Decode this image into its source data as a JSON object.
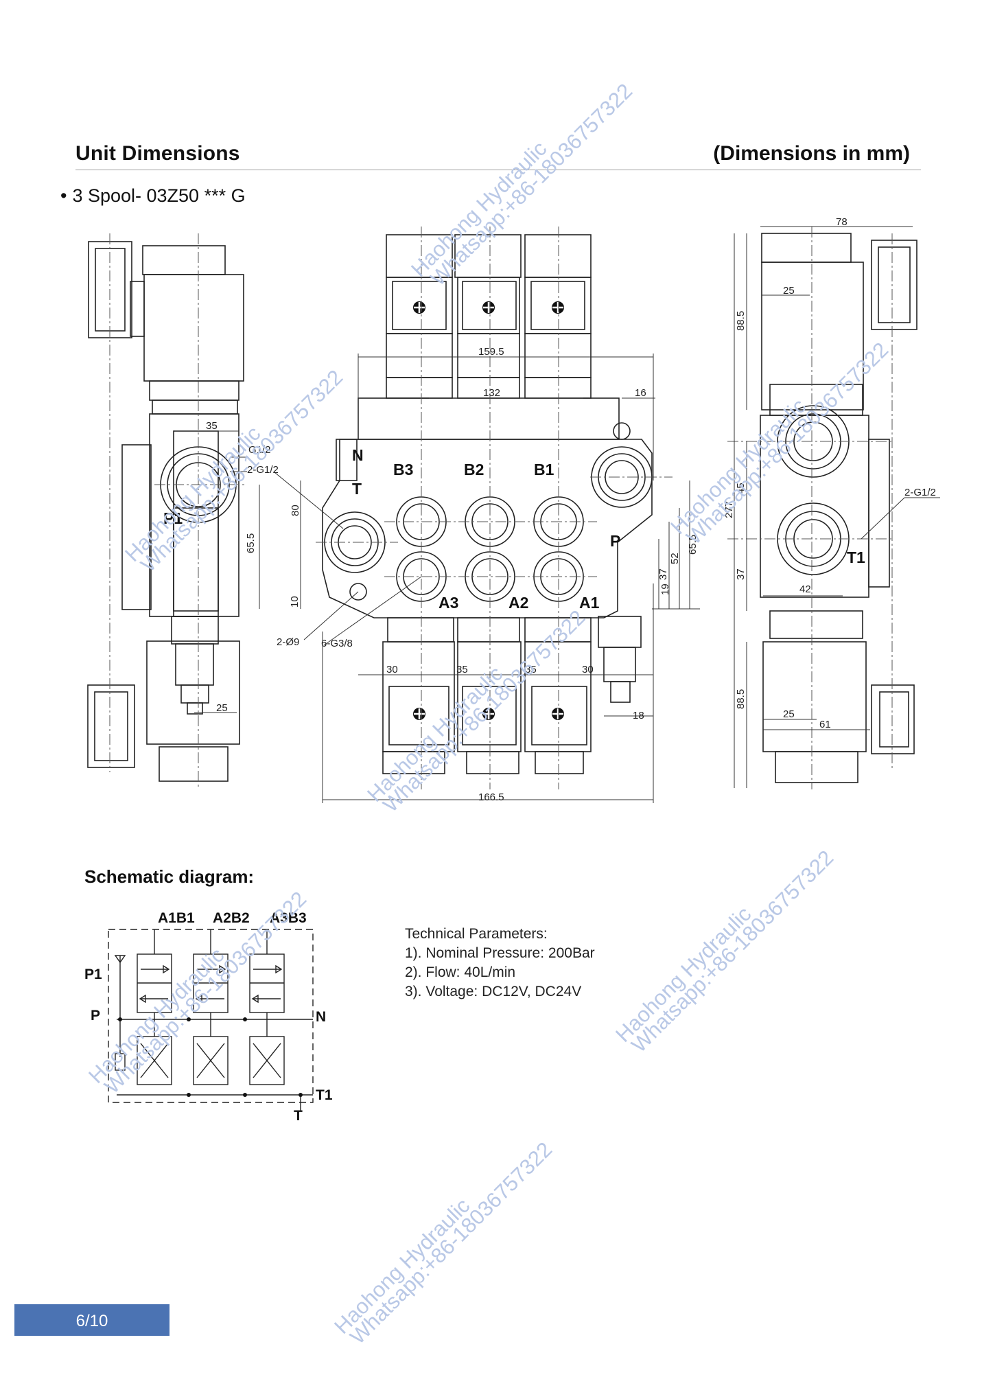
{
  "header": {
    "title": "Unit Dimensions",
    "units": "(Dimensions in mm)"
  },
  "model": {
    "bullet": "•",
    "label": "3 Spool- 03Z50 *** G"
  },
  "left_view": {
    "labels": {
      "g12": "G1/2",
      "two_g12": "2-G1/2",
      "p1": "P1"
    },
    "dims": {
      "d35": "35",
      "d65": "65.5",
      "d25": "25"
    }
  },
  "front_view": {
    "ports": {
      "n": "N",
      "t": "T",
      "p": "P",
      "b3": "B3",
      "b2": "B2",
      "b1": "B1",
      "a3": "A3",
      "a2": "A2",
      "a1": "A1"
    },
    "dims": {
      "d159": "159.5",
      "d132": "132",
      "d16": "16",
      "d80": "80",
      "d10": "10",
      "d37": "37",
      "d52": "52",
      "d655": "65.5",
      "d19": "19",
      "d30a": "30",
      "d35a": "35",
      "d35b": "35",
      "d30b": "30",
      "d18": "18",
      "d166": "166.5"
    },
    "callouts": {
      "holes": "2-Ø9",
      "threads": "6-G3/8"
    }
  },
  "right_view": {
    "dims": {
      "d78": "78",
      "d25a": "25",
      "d885a": "88.5",
      "d277": "277",
      "d45": "45",
      "d37": "37",
      "d42": "42",
      "d885b": "88.5",
      "d25b": "25",
      "d61": "61"
    },
    "labels": {
      "two_g12": "2-G1/2",
      "t1": "T1"
    }
  },
  "schematic": {
    "title": "Schematic diagram:",
    "top_labels": [
      "A1B1",
      "A2B2",
      "A3B3"
    ],
    "side_labels": {
      "p1": "P1",
      "p": "P",
      "n": "N",
      "t1": "T1",
      "t": "T"
    }
  },
  "technical": {
    "heading": "Technical Parameters:",
    "items": [
      "1). Nominal Pressure: 200Bar",
      "2). Flow: 40L/min",
      "3). Voltage: DC12V, DC24V"
    ]
  },
  "watermark": {
    "line1": "Haohong Hydraulic",
    "line2": "Whatsapp:+86-18036757322"
  },
  "page_number": "6/10",
  "colors": {
    "accent": "#4b73b3",
    "watermark": "#b9c8e6"
  }
}
